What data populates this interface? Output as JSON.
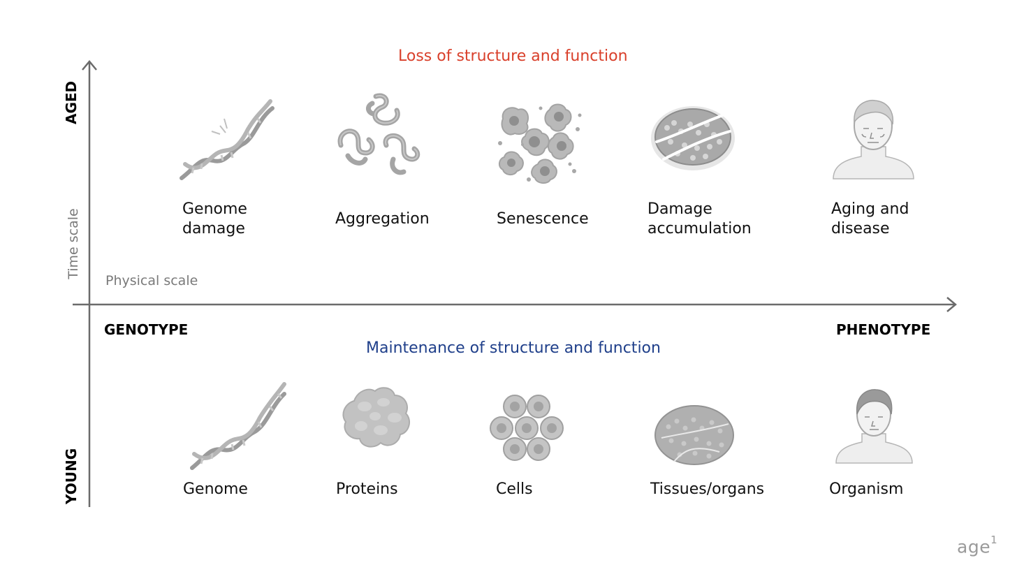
{
  "headers": {
    "aged_title": "Loss of structure and function",
    "young_title": "Maintenance of structure and function",
    "aged_color": "#d9402b",
    "young_color": "#1f3f8a"
  },
  "axes": {
    "y_top": "AGED",
    "y_bottom": "YOUNG",
    "y_title": "Time scale",
    "x_title": "Physical scale",
    "x_left": "GENOTYPE",
    "x_right": "PHENOTYPE"
  },
  "aged_items": [
    {
      "line1": "Genome",
      "line2": "damage",
      "icon": "damaged-dna-icon"
    },
    {
      "line1": "Aggregation",
      "line2": "",
      "icon": "protein-aggregates-icon"
    },
    {
      "line1": "Senescence",
      "line2": "",
      "icon": "senescent-cells-icon"
    },
    {
      "line1": "Damage",
      "line2": "accumulation",
      "icon": "damaged-tissue-icon"
    },
    {
      "line1": "Aging and",
      "line2": "disease",
      "icon": "aged-person-icon"
    }
  ],
  "young_items": [
    {
      "label": "Genome",
      "icon": "dna-icon"
    },
    {
      "label": "Proteins",
      "icon": "protein-icon"
    },
    {
      "label": "Cells",
      "icon": "cells-icon"
    },
    {
      "label": "Tissues/organs",
      "icon": "tissue-icon"
    },
    {
      "label": "Organism",
      "icon": "person-icon"
    }
  ],
  "logo": {
    "text": "age",
    "sup": "1"
  }
}
